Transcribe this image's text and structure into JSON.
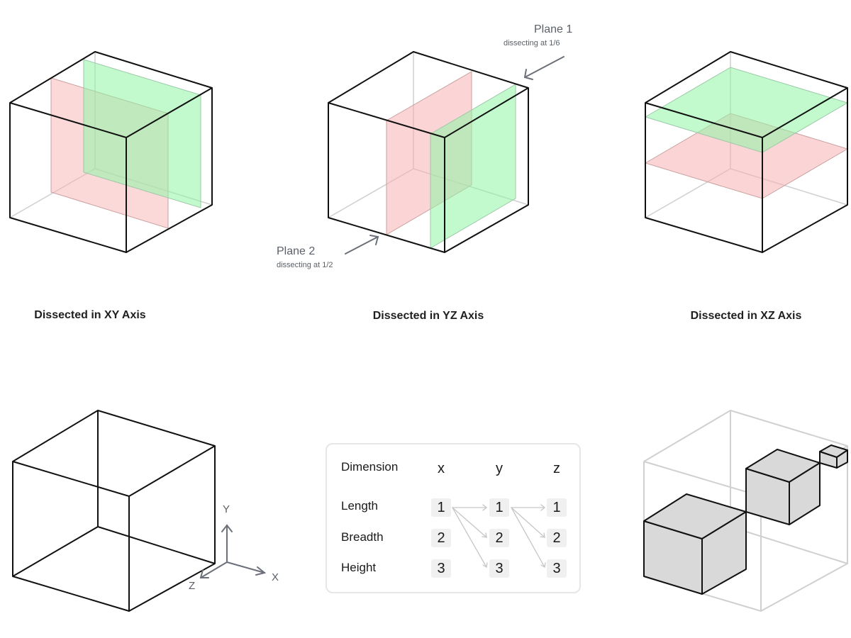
{
  "captions": {
    "xy": "Dissected in XY Axis",
    "yz": "Dissected in YZ Axis",
    "xz": "Dissected in XZ Axis"
  },
  "annotations": {
    "plane1_title": "Plane 1",
    "plane1_sub": "dissecting at 1/6",
    "plane2_title": "Plane 2",
    "plane2_sub": "dissecting at 1/2"
  },
  "axes": {
    "x": "X",
    "y": "Y",
    "z": "Z"
  },
  "table": {
    "header_label": "Dimension",
    "columns": [
      "x",
      "y",
      "z"
    ],
    "rows": [
      {
        "label": "Length",
        "values": [
          "1",
          "1",
          "1"
        ]
      },
      {
        "label": "Breadth",
        "values": [
          "2",
          "2",
          "2"
        ]
      },
      {
        "label": "Height",
        "values": [
          "3",
          "3",
          "3"
        ]
      }
    ]
  },
  "colors": {
    "plane_red": "#f7b3b3",
    "plane_green": "#8ff5a6",
    "edge": "#111111",
    "hidden_edge": "#c8c8c8",
    "annotation": "#5b6068",
    "mini_cube_fill": "#d9d9d9"
  }
}
